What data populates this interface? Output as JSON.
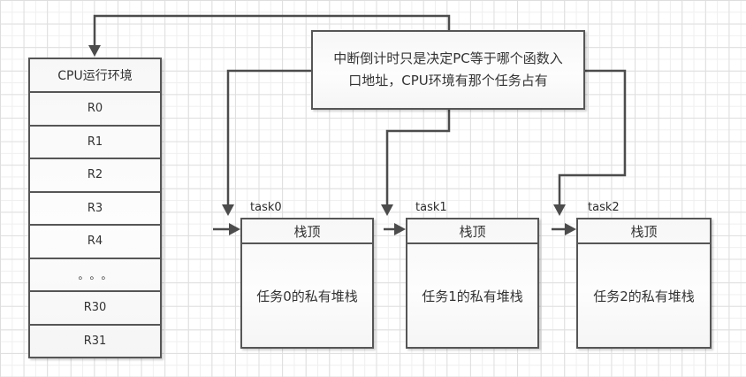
{
  "diagram_title": "task private stacks and CPU context diagram",
  "colors": {
    "line": "#4c4c4c",
    "shape_border": "#565656",
    "shape_fill": "#f9f9f9",
    "text": "#333333",
    "grid_minor": "#efefef",
    "grid_major": "#dedede",
    "background": "#ffffff"
  },
  "note": {
    "lines": [
      "中断倒计时只是决定PC等于哪个函数入",
      "口地址，CPU环境有那个任务占有"
    ]
  },
  "cpu_box": {
    "title": "CPU运行环境",
    "rows": [
      "R0",
      "R1",
      "R2",
      "R3",
      "R4",
      "。。。",
      "R30",
      "R31"
    ]
  },
  "tasks": [
    {
      "label": "task0",
      "header": "栈顶",
      "body": "任务0的私有堆栈"
    },
    {
      "label": "task1",
      "header": "栈顶",
      "body": "任务1的私有堆栈"
    },
    {
      "label": "task2",
      "header": "栈顶",
      "body": "任务2的私有堆栈"
    }
  ]
}
